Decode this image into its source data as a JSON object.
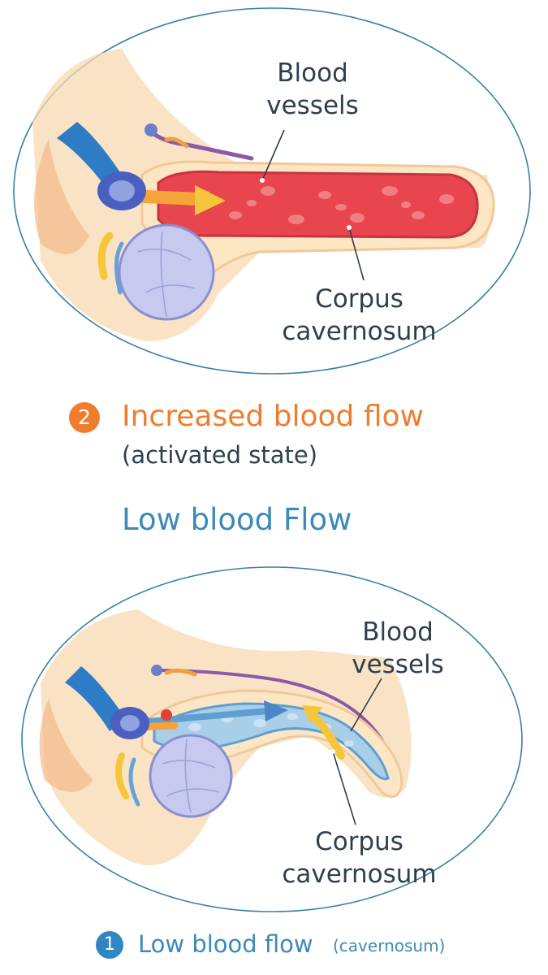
{
  "activated": {
    "badge_number": "2",
    "title": "Increased blood flow",
    "subtitle": "(activated state)",
    "label_vessels": [
      "Blood",
      "vessels"
    ],
    "label_corpus": [
      "Corpus",
      "cavernosum"
    ]
  },
  "section_heading": "Low blood Flow",
  "resting": {
    "badge_number": "1",
    "title": "Low blood flow",
    "subtitle": "(cavernosum)",
    "label_vessels": [
      "Blood",
      "vessels"
    ],
    "label_corpus": [
      "Corpus",
      "cavernosum"
    ]
  },
  "colors": {
    "outline": "#3a7fa8",
    "activated_accent": "#ef7d2e",
    "heading_blue": "#3c8ab8",
    "resting_badge": "#2f86c0",
    "engorged_tissue": "#e8454e",
    "resting_tissue": "#a9cfe8",
    "skin_tone": "#f7d9b0",
    "arrow_yellow": "#f5c53a"
  }
}
